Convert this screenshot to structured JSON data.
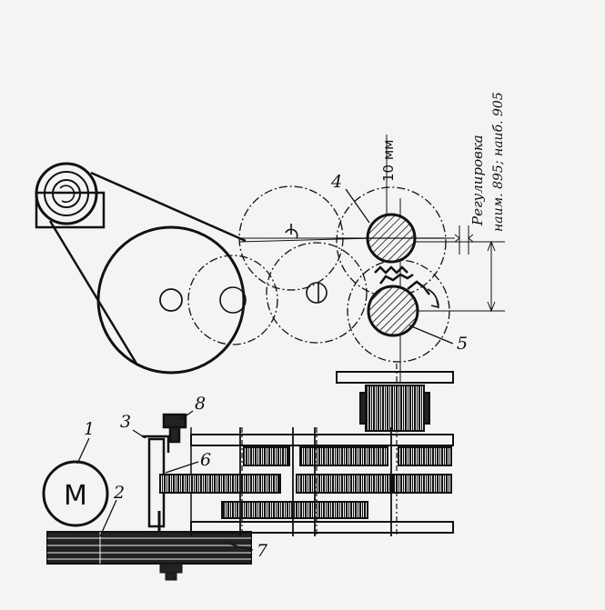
{
  "annotations": {
    "motor_symbol": "M",
    "dimension_gap": "10 мм",
    "adjustment_line1": "Регулировка",
    "adjustment_line2": "наим. 895; наиб. 905"
  },
  "part_numbers": {
    "p1": "1",
    "p2": "2",
    "p3": "3",
    "p4": "4",
    "p5": "5",
    "p6": "6",
    "p7": "7",
    "p8": "8"
  },
  "colors": {
    "ink": "#111111",
    "paper": "#f4f4f2"
  }
}
